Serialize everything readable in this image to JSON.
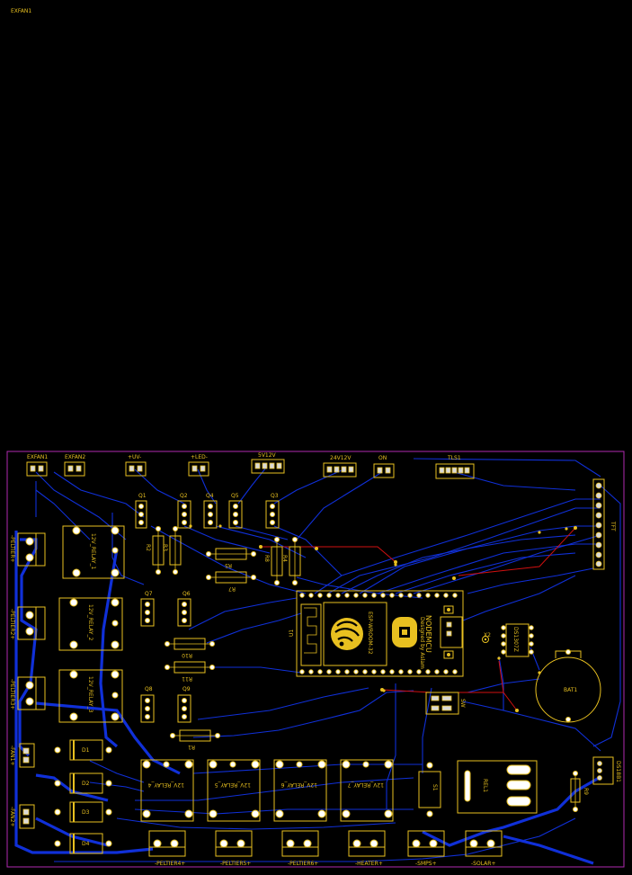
{
  "top_label": "EXFAN1",
  "connectors": {
    "exfan1": "EXFAN1",
    "exfan2": "EXFAN2",
    "uv": "+UV-",
    "led": "+LED-",
    "v5v12": "5V12V",
    "v24v12": "24V12V",
    "on": "ON",
    "tls1": "TLS1",
    "tft": "TFT",
    "ds1": "DS18B1"
  },
  "terminals_left": [
    "-PELTIER+",
    "-PELTIER2+",
    "-PELTIER3+",
    "-FAN1+",
    "-FAN2+"
  ],
  "terminals_bottom": [
    "-PELTIER4+",
    "-PELTIER5+",
    "-PELTIER6+",
    "-HEATER+",
    "-SMPS+",
    "-SOLAR+"
  ],
  "relays_left": [
    "12V_RELAY_1",
    "12V_RELAY_2",
    "12V_RELAY_3"
  ],
  "relays_bottom": [
    "12V_RELAY_4",
    "12V_RELAY_5",
    "12V_RELAY_6",
    "12V_RELAY_7"
  ],
  "transistors": {
    "q1": "Q1",
    "q2": "Q2",
    "q4": "Q4",
    "q5": "Q5",
    "q3": "Q3",
    "q7": "Q7",
    "q6": "Q6",
    "q8": "Q8",
    "q9": "Q9"
  },
  "resistors": {
    "r2": "R2",
    "r3": "R3",
    "r5": "R5",
    "r7": "R7",
    "r8": "R8",
    "r4": "R4",
    "r10": "R10",
    "r11": "R11",
    "r1": "R1",
    "r9": "R9"
  },
  "diodes": [
    "D1",
    "D2",
    "D3",
    "D4"
  ],
  "module": {
    "u1": "U1",
    "esp": "ESP-WROOM-32",
    "nodemcu": "NODEMCU",
    "designed": "Designed by Aslam"
  },
  "rtc": {
    "ic": "DS1307Z",
    "crystal": "X2",
    "battery": "BAT1"
  },
  "misc": {
    "sw": "SW",
    "s1": "S1",
    "rel1": "REL1"
  }
}
